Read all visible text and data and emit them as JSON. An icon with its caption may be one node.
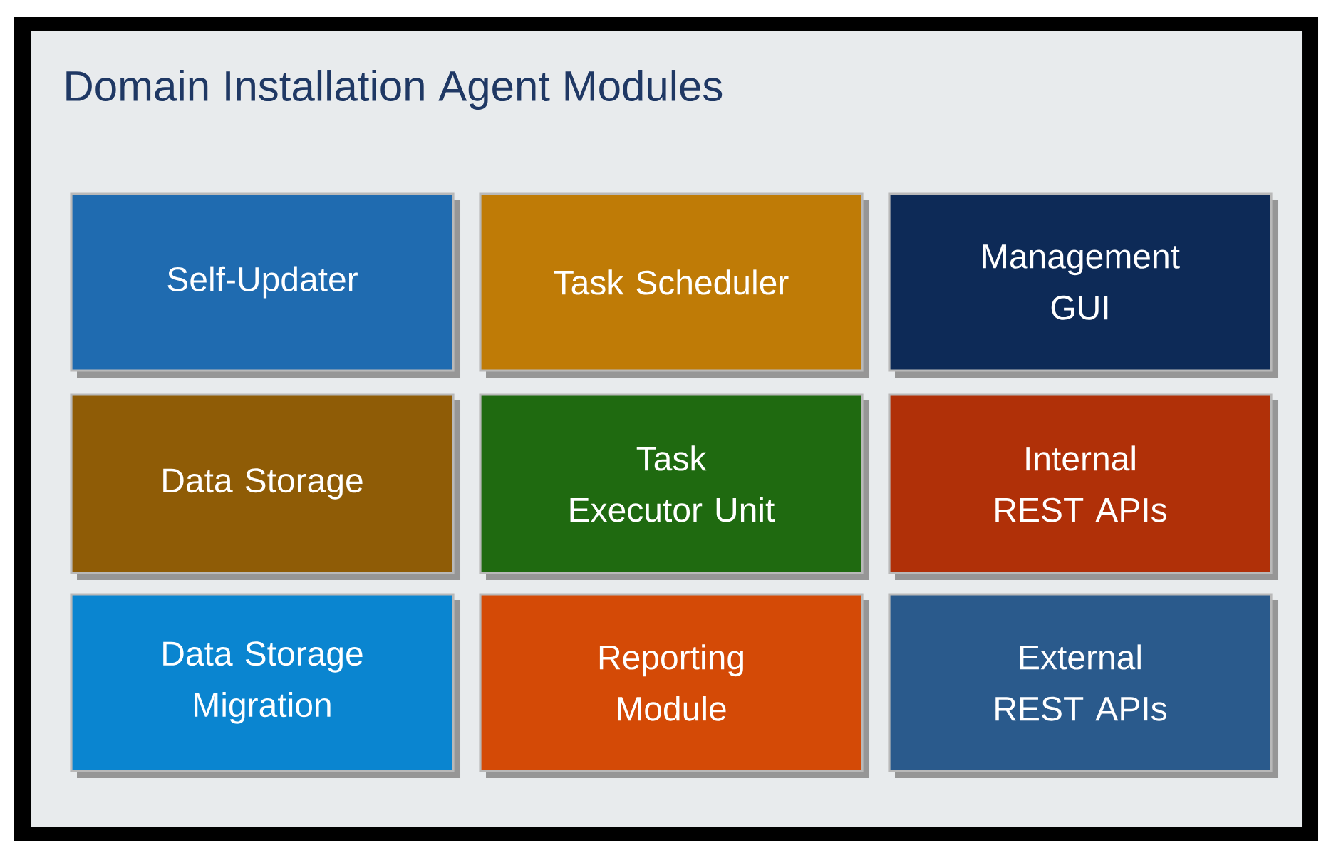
{
  "diagram": {
    "nodes": [
      {
        "text": [
          "Domain Installation Agent Modules"
        ]
      },
      {
        "text": [
          "Self-Updater"
        ],
        "in": 0
      },
      {
        "text": [
          "Task Scheduler"
        ],
        "in": 0
      },
      {
        "text": [
          "Management GUI"
        ],
        "in": 0
      },
      {
        "text": [
          "Data Storage"
        ],
        "in": 0
      },
      {
        "text": [
          "Task Executor Unit"
        ],
        "in": 0
      },
      {
        "text": [
          "Internal REST APIs"
        ],
        "in": 0
      },
      {
        "text": [
          "Data Storage Migration"
        ],
        "in": 0
      },
      {
        "text": [
          "Reporting Module"
        ],
        "in": 0
      },
      {
        "text": [
          "External REST APIs"
        ],
        "in": 0
      }
    ]
  }
}
